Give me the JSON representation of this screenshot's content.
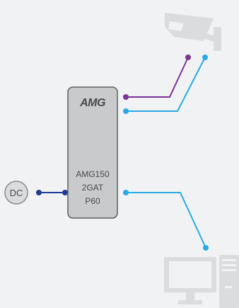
{
  "device": {
    "logo_text": "AMG",
    "model_lines": [
      "AMG150",
      "2GAT",
      "P60"
    ]
  },
  "power": {
    "label": "DC"
  },
  "icons": {
    "camera": "cctv-camera-icon",
    "computer": "desktop-computer-icon"
  },
  "colors": {
    "background": "#f1f2f4",
    "device_fill": "#c9cacb",
    "device_stroke": "#5f5f5f",
    "device_text": "#4a4a4a",
    "icon_fill": "#dadcde",
    "purple_link": "#7b3596",
    "blue_link": "#29abe2",
    "dc_link": "#1f3b93",
    "dc_fill": "#dadcde",
    "dc_stroke": "#8a8a8a"
  }
}
